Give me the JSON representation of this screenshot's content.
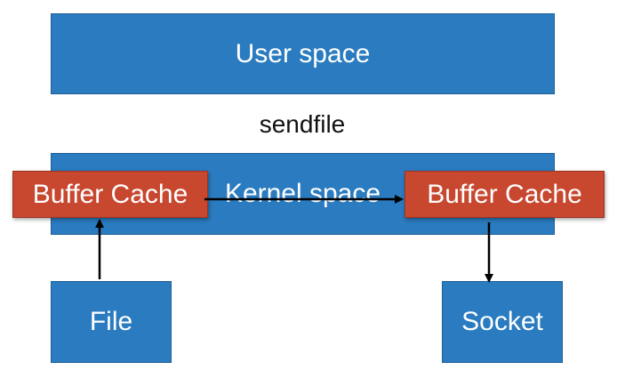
{
  "diagram": {
    "user_space_label": "User space",
    "mechanism_label": "sendfile",
    "kernel_space_label": "Kernel space",
    "buffer_cache_left_label": "Buffer Cache",
    "buffer_cache_right_label": "Buffer Cache",
    "file_label": "File",
    "socket_label": "Socket"
  },
  "colors": {
    "block_blue": "#2a7bbf",
    "cache_red": "#c7472f",
    "arrow": "#000000"
  }
}
